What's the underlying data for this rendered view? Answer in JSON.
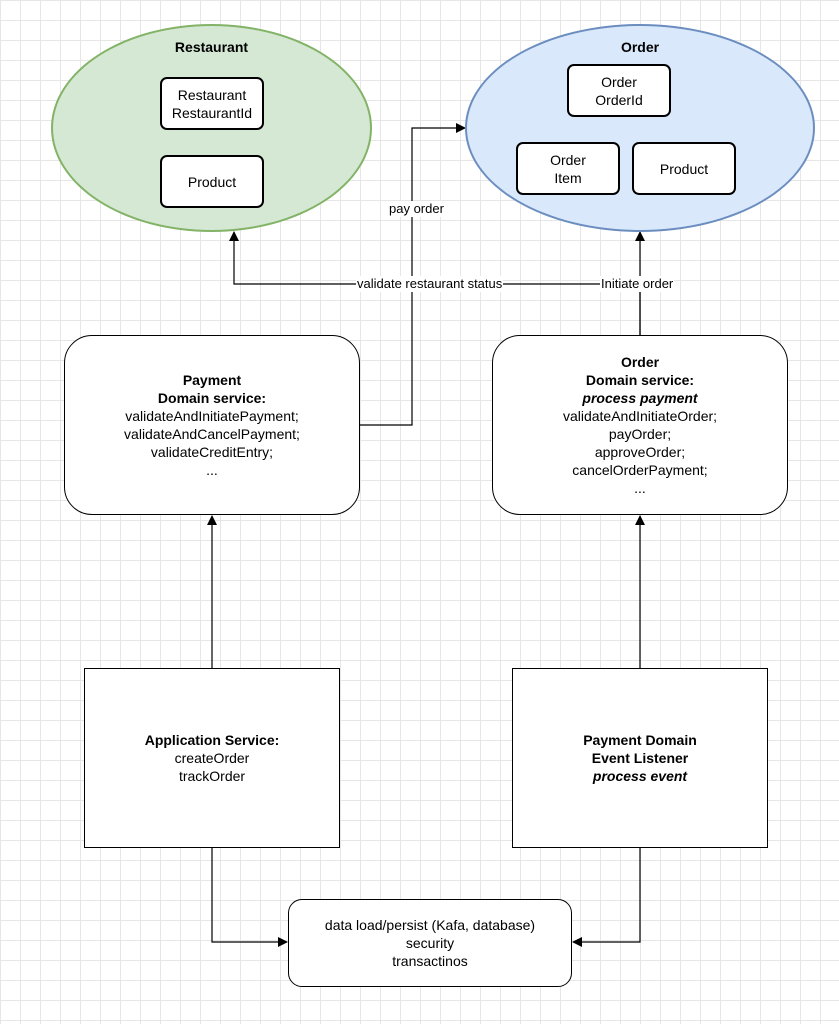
{
  "restaurant": {
    "title": "Restaurant",
    "fill": "#d5e8d4",
    "stroke": "#82b366",
    "items": [
      {
        "line1": "Restaurant",
        "line2": "RestaurantId"
      },
      {
        "line1": "Product"
      }
    ]
  },
  "order": {
    "title": "Order",
    "fill": "#dae8fc",
    "stroke": "#6c8ebf",
    "items": [
      {
        "line1": "Order",
        "line2": "OrderId"
      },
      {
        "line1": "Order",
        "line2": "Item"
      },
      {
        "line1": "Product"
      }
    ]
  },
  "payment_domain_service": {
    "line1": "Payment",
    "line2": "Domain service:",
    "methods": [
      "validateAndInitiatePayment;",
      "validateAndCancelPayment;",
      "validateCreditEntry;",
      "..."
    ]
  },
  "order_domain_service": {
    "line1": "Order",
    "line2": "Domain service:",
    "line3": "process payment",
    "methods": [
      "validateAndInitiateOrder;",
      "payOrder;",
      "approveOrder;",
      "cancelOrderPayment;",
      "..."
    ]
  },
  "application_service": {
    "title": "Application Service:",
    "methods": [
      "createOrder",
      "trackOrder"
    ]
  },
  "payment_event_listener": {
    "line1": "Payment Domain",
    "line2": "Event Listener",
    "line3": "process event"
  },
  "data_box": {
    "lines": [
      "data load/persist (Kafa, database)",
      "security",
      "transactinos"
    ]
  },
  "edges": {
    "pay_order": "pay order",
    "validate_restaurant_status": "validate restaurant status",
    "initiate_order": "Initiate order"
  }
}
